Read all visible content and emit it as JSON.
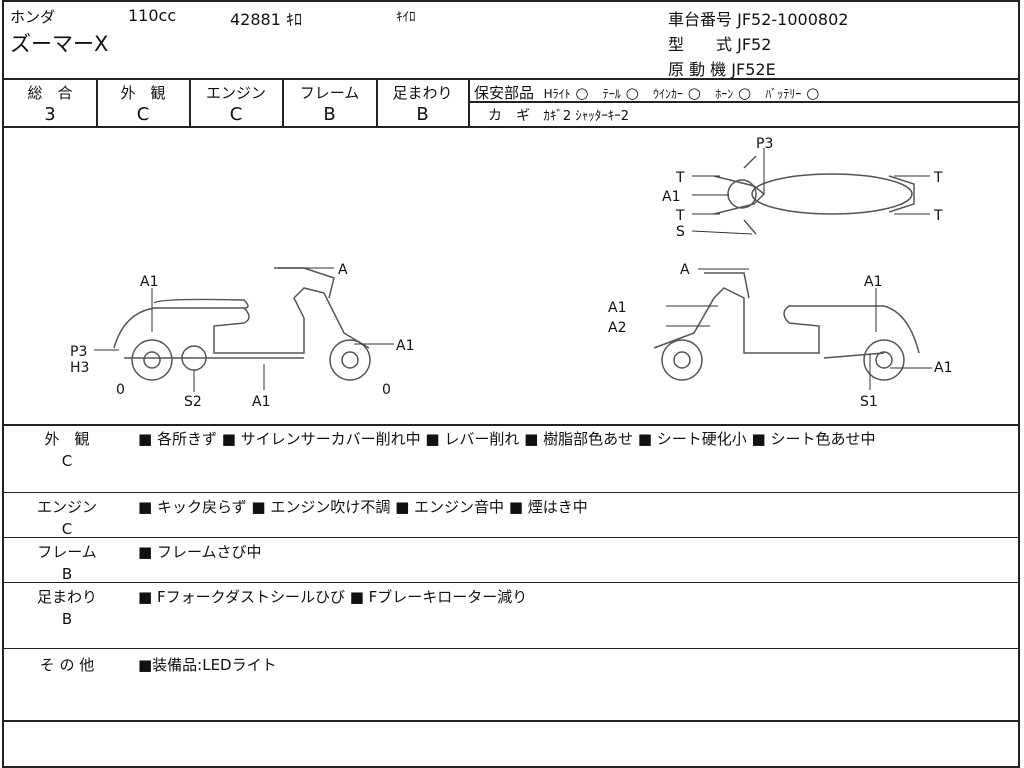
{
  "header": {
    "maker": "ホンダ",
    "displacement": "110cc",
    "mileage": "42881 ｷﾛ",
    "mileage_unit2": "ｷｲﾛ",
    "model_name": "ズーマーX",
    "chassis_label": "車台番号",
    "chassis_value": "JF52-1000802",
    "type_label": "型　　式",
    "type_value": "JF52",
    "engine_label": "原 動 機",
    "engine_value": "JF52E"
  },
  "grades": [
    {
      "label": "総　合",
      "value": "3"
    },
    {
      "label": "外　観",
      "value": "C"
    },
    {
      "label": "エンジン",
      "value": "C"
    },
    {
      "label": "フレーム",
      "value": "B"
    },
    {
      "label": "足まわり",
      "value": "B"
    }
  ],
  "safety": {
    "label": "保安部品",
    "items": [
      {
        "name": "Hﾗｲﾄ",
        "mark": "○"
      },
      {
        "name": "ﾃｰﾙ",
        "mark": "○"
      },
      {
        "name": "ｳｲﾝｶｰ",
        "mark": "○"
      },
      {
        "name": "ﾎｰﾝ",
        "mark": "○"
      },
      {
        "name": "ﾊﾞｯﾃﾘｰ",
        "mark": "○"
      }
    ],
    "key_label": "カ　ギ",
    "key_value": "ｶｷﾞ2 ｼｬｯﾀｰｷｰ2"
  },
  "diagram": {
    "left": [
      "A1",
      "A",
      "P3",
      "H3",
      "A1",
      "0",
      "S2",
      "A1",
      "0"
    ],
    "right": [
      "A",
      "A1",
      "A2",
      "A1",
      "A1",
      "S1"
    ],
    "top": [
      "P3",
      "T",
      "A1",
      "T",
      "S",
      "T",
      "T"
    ]
  },
  "notes": [
    {
      "label": "外　観",
      "grade": "C",
      "text": "■ 各所きず ■ サイレンサーカバー削れ中 ■ レバー削れ ■ 樹脂部色あせ ■ シート硬化小 ■ シート色あせ中"
    },
    {
      "label": "エンジン",
      "grade": "C",
      "text": "■ キック戻らず ■ エンジン吹け不調 ■ エンジン音中 ■ 煙はき中"
    },
    {
      "label": "フレーム",
      "grade": "B",
      "text": "■ フレームさび中"
    },
    {
      "label": "足まわり",
      "grade": "B",
      "text": "■ Fフォークダストシールひび ■ Fブレーキローター減り"
    },
    {
      "label": "そ の 他",
      "grade": "",
      "text": "■装備品:LEDライト"
    }
  ]
}
